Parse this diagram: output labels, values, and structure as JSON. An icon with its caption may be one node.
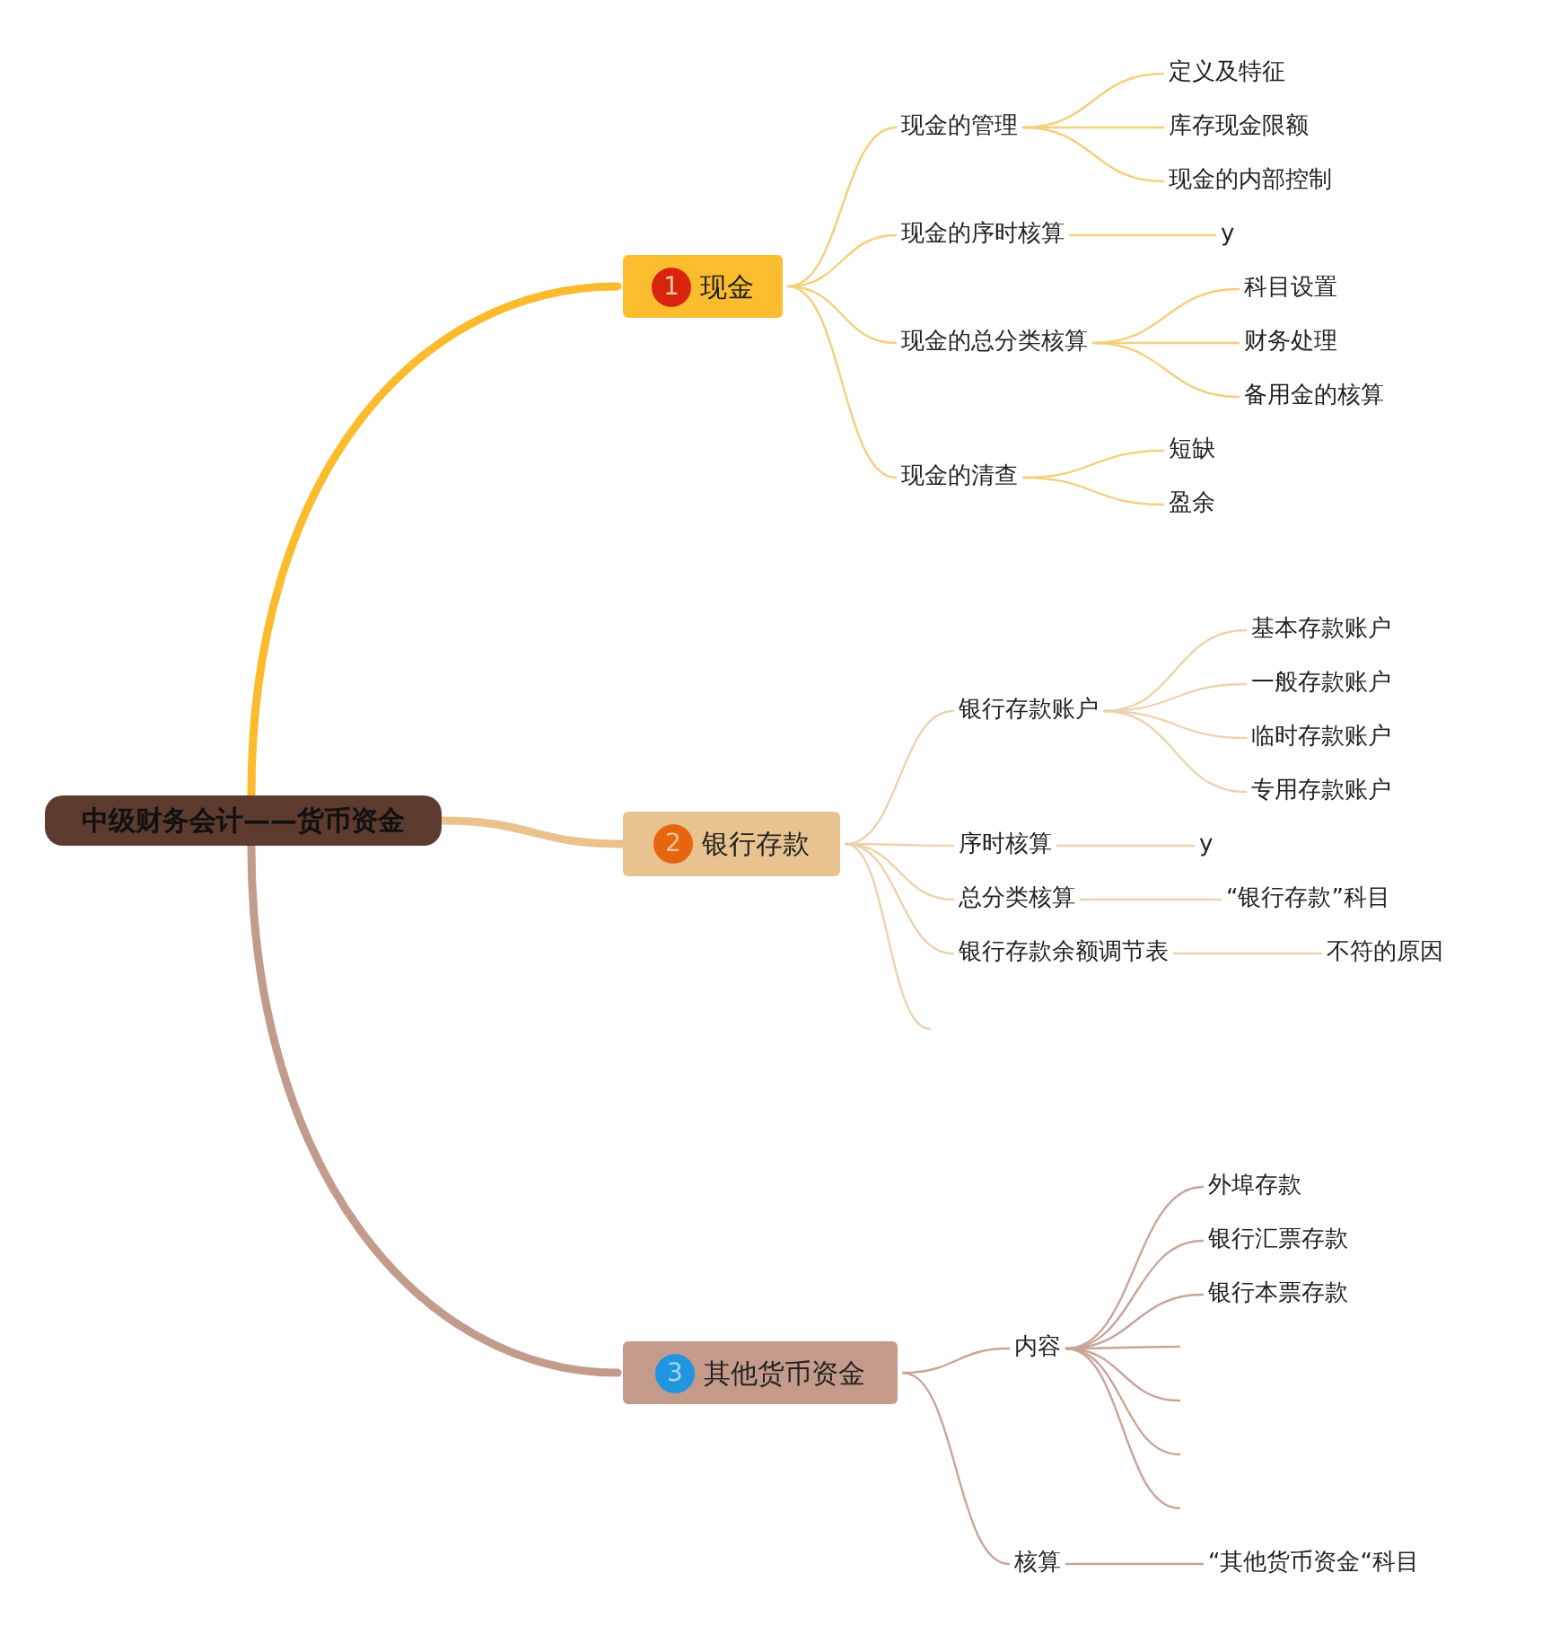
{
  "diagram": {
    "nodes": [
      {
        "text": [
          "中级财务会计——货币资金"
        ]
      },
      {
        "text": [
          "1",
          "现金"
        ]
      },
      {
        "text": [
          "现金的管理"
        ]
      },
      {
        "text": [
          "定义及特征"
        ]
      },
      {
        "text": [
          "库存现金限额"
        ]
      },
      {
        "text": [
          "现金的内部控制"
        ]
      },
      {
        "text": [
          "现金的序时核算"
        ]
      },
      {
        "text": [
          "y"
        ]
      },
      {
        "text": [
          "现金的总分类核算"
        ]
      },
      {
        "text": [
          "科目设置"
        ]
      },
      {
        "text": [
          "财务处理"
        ]
      },
      {
        "text": [
          "备用金的核算"
        ]
      },
      {
        "text": [
          "现金的清查"
        ]
      },
      {
        "text": [
          "短缺"
        ]
      },
      {
        "text": [
          "盈余"
        ]
      },
      {
        "text": [
          "2",
          "银行存款"
        ]
      },
      {
        "text": [
          "银行存款账户"
        ]
      },
      {
        "text": [
          "基本存款账户"
        ]
      },
      {
        "text": [
          "一般存款账户"
        ]
      },
      {
        "text": [
          "临时存款账户"
        ]
      },
      {
        "text": [
          "专用存款账户"
        ]
      },
      {
        "text": [
          "序时核算"
        ]
      },
      {
        "text": [
          "y"
        ]
      },
      {
        "text": [
          "总分类核算"
        ]
      },
      {
        "text": [
          "“银行存款”科目"
        ]
      },
      {
        "text": [
          "银行存款余额调节表"
        ]
      },
      {
        "text": [
          "不符的原因"
        ]
      },
      {
        "text": [
          "3",
          "其他货币资金"
        ]
      },
      {
        "text": [
          "内容"
        ]
      },
      {
        "text": [
          "外埠存款"
        ]
      },
      {
        "text": [
          "银行汇票存款"
        ]
      },
      {
        "text": [
          "银行本票存款"
        ]
      },
      {
        "text": [
          "核算"
        ]
      },
      {
        "text": [
          "“其他货币资金“科目"
        ]
      }
    ],
    "edges": [
      {
        "from": 0,
        "to": 1,
        "arrow": "none",
        "style": "thick",
        "color": "#fbbb2c"
      },
      {
        "from": 0,
        "to": 15,
        "arrow": "none",
        "style": "thick",
        "color": "#e9c28e"
      },
      {
        "from": 0,
        "to": 27,
        "arrow": "none",
        "style": "thick",
        "color": "#c39b8c"
      },
      {
        "from": 1,
        "to": 2,
        "arrow": "none",
        "color": "#f5cf7a"
      },
      {
        "from": 1,
        "to": 6,
        "arrow": "none",
        "color": "#f5cf7a"
      },
      {
        "from": 1,
        "to": 8,
        "arrow": "none",
        "color": "#f5cf7a"
      },
      {
        "from": 1,
        "to": 12,
        "arrow": "none",
        "color": "#f5cf7a"
      },
      {
        "from": 2,
        "to": 3,
        "arrow": "none",
        "color": "#f5cf7a"
      },
      {
        "from": 2,
        "to": 4,
        "arrow": "none",
        "color": "#f5cf7a"
      },
      {
        "from": 2,
        "to": 5,
        "arrow": "none",
        "color": "#f5cf7a"
      },
      {
        "from": 6,
        "to": 7,
        "arrow": "none",
        "color": "#f5cf7a"
      },
      {
        "from": 8,
        "to": 9,
        "arrow": "none",
        "color": "#f5cf7a"
      },
      {
        "from": 8,
        "to": 10,
        "arrow": "none",
        "color": "#f5cf7a"
      },
      {
        "from": 8,
        "to": 11,
        "arrow": "none",
        "color": "#f5cf7a"
      },
      {
        "from": 12,
        "to": 13,
        "arrow": "none",
        "color": "#f5cf7a"
      },
      {
        "from": 12,
        "to": 14,
        "arrow": "none",
        "color": "#f5cf7a"
      },
      {
        "from": 15,
        "to": 16,
        "arrow": "none",
        "color": "#ecd2ad"
      },
      {
        "from": 15,
        "to": 21,
        "arrow": "none",
        "color": "#ecd2ad"
      },
      {
        "from": 15,
        "to": 23,
        "arrow": "none",
        "color": "#ecd2ad"
      },
      {
        "from": 15,
        "to": 25,
        "arrow": "none",
        "color": "#ecd2ad"
      },
      {
        "from": 15,
        "to": null,
        "arrow": "none",
        "color": "#ecd2ad"
      },
      {
        "from": 16,
        "to": 17,
        "arrow": "none",
        "color": "#ecd2ad"
      },
      {
        "from": 16,
        "to": 18,
        "arrow": "none",
        "color": "#ecd2ad"
      },
      {
        "from": 16,
        "to": 19,
        "arrow": "none",
        "color": "#ecd2ad"
      },
      {
        "from": 16,
        "to": 20,
        "arrow": "none",
        "color": "#ecd2ad"
      },
      {
        "from": 21,
        "to": 22,
        "arrow": "none",
        "color": "#ecd2ad"
      },
      {
        "from": 23,
        "to": 24,
        "arrow": "none",
        "color": "#ecd2ad"
      },
      {
        "from": 25,
        "to": 26,
        "arrow": "none",
        "color": "#ecd2ad"
      },
      {
        "from": 27,
        "to": 28,
        "arrow": "none",
        "color": "#c9a597"
      },
      {
        "from": 27,
        "to": 32,
        "arrow": "none",
        "color": "#c9a597"
      },
      {
        "from": 28,
        "to": 29,
        "arrow": "none",
        "color": "#c9a597"
      },
      {
        "from": 28,
        "to": 30,
        "arrow": "none",
        "color": "#c9a597"
      },
      {
        "from": 28,
        "to": 31,
        "arrow": "none",
        "color": "#c9a597"
      },
      {
        "from": 28,
        "to": null,
        "arrow": "none",
        "color": "#c9a597"
      },
      {
        "from": 28,
        "to": null,
        "arrow": "none",
        "color": "#c9a597"
      },
      {
        "from": 28,
        "to": null,
        "arrow": "none",
        "color": "#c9a597"
      },
      {
        "from": 28,
        "to": null,
        "arrow": "none",
        "color": "#c9a597"
      },
      {
        "from": 32,
        "to": 33,
        "arrow": "none",
        "color": "#c9a597"
      }
    ]
  }
}
